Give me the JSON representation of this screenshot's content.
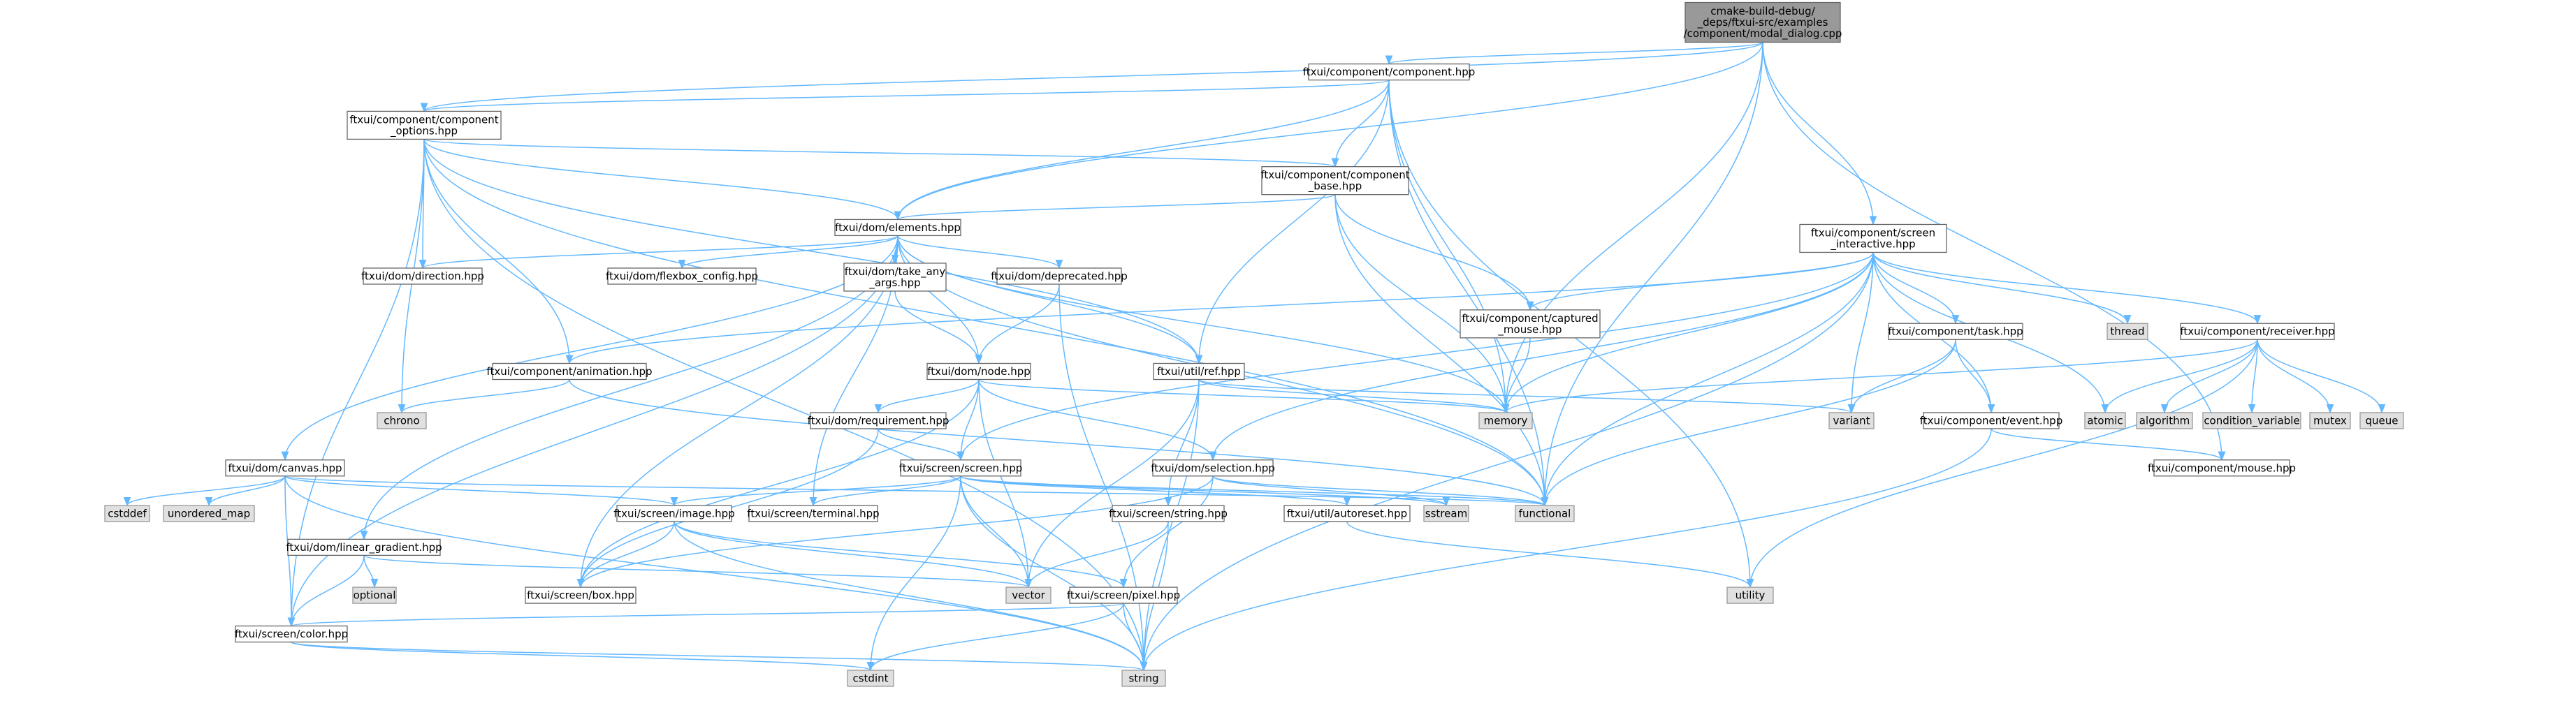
{
  "colors": {
    "edge": "#63b8ff",
    "file_node_fill": "#ffffff",
    "system_node_fill": "#e0e0e0",
    "root_node_fill": "#999999",
    "node_border": "#666666"
  },
  "nodes": {
    "root": {
      "lines": [
        "cmake-build-debug/",
        "_deps/ftxui-src/examples",
        "/component/modal_dialog.cpp"
      ],
      "kind": "root"
    },
    "component_hpp": {
      "lines": [
        "ftxui/component/component.hpp"
      ],
      "kind": "file"
    },
    "component_options": {
      "lines": [
        "ftxui/component/component",
        "_options.hpp"
      ],
      "kind": "file"
    },
    "component_base": {
      "lines": [
        "ftxui/component/component",
        "_base.hpp"
      ],
      "kind": "file"
    },
    "elements": {
      "lines": [
        "ftxui/dom/elements.hpp"
      ],
      "kind": "file"
    },
    "screen_interactive": {
      "lines": [
        "ftxui/component/screen",
        "_interactive.hpp"
      ],
      "kind": "file"
    },
    "direction": {
      "lines": [
        "ftxui/dom/direction.hpp"
      ],
      "kind": "file"
    },
    "flexbox_config": {
      "lines": [
        "ftxui/dom/flexbox_config.hpp"
      ],
      "kind": "file"
    },
    "take_any_args": {
      "lines": [
        "ftxui/dom/take_any",
        "_args.hpp"
      ],
      "kind": "file"
    },
    "deprecated": {
      "lines": [
        "ftxui/dom/deprecated.hpp"
      ],
      "kind": "file"
    },
    "captured_mouse": {
      "lines": [
        "ftxui/component/captured",
        "_mouse.hpp"
      ],
      "kind": "file"
    },
    "animation": {
      "lines": [
        "ftxui/component/animation.hpp"
      ],
      "kind": "file"
    },
    "node": {
      "lines": [
        "ftxui/dom/node.hpp"
      ],
      "kind": "file"
    },
    "ref": {
      "lines": [
        "ftxui/util/ref.hpp"
      ],
      "kind": "file"
    },
    "task": {
      "lines": [
        "ftxui/component/task.hpp"
      ],
      "kind": "file"
    },
    "receiver": {
      "lines": [
        "ftxui/component/receiver.hpp"
      ],
      "kind": "file"
    },
    "chrono": {
      "lines": [
        "chrono"
      ],
      "kind": "sys"
    },
    "memory": {
      "lines": [
        "memory"
      ],
      "kind": "sys"
    },
    "variant": {
      "lines": [
        "variant"
      ],
      "kind": "sys"
    },
    "thread": {
      "lines": [
        "thread"
      ],
      "kind": "sys"
    },
    "atomic": {
      "lines": [
        "atomic"
      ],
      "kind": "sys"
    },
    "algorithm": {
      "lines": [
        "algorithm"
      ],
      "kind": "sys"
    },
    "condition_variable": {
      "lines": [
        "condition_variable"
      ],
      "kind": "sys"
    },
    "mutex": {
      "lines": [
        "mutex"
      ],
      "kind": "sys"
    },
    "queue": {
      "lines": [
        "queue"
      ],
      "kind": "sys"
    },
    "requirement": {
      "lines": [
        "ftxui/dom/requirement.hpp"
      ],
      "kind": "file"
    },
    "event": {
      "lines": [
        "ftxui/component/event.hpp"
      ],
      "kind": "file"
    },
    "canvas": {
      "lines": [
        "ftxui/dom/canvas.hpp"
      ],
      "kind": "file"
    },
    "screen_hpp": {
      "lines": [
        "ftxui/screen/screen.hpp"
      ],
      "kind": "file"
    },
    "selection": {
      "lines": [
        "ftxui/dom/selection.hpp"
      ],
      "kind": "file"
    },
    "mouse": {
      "lines": [
        "ftxui/component/mouse.hpp"
      ],
      "kind": "file"
    },
    "cstddef": {
      "lines": [
        "cstddef"
      ],
      "kind": "sys"
    },
    "unordered_map": {
      "lines": [
        "unordered_map"
      ],
      "kind": "sys"
    },
    "image": {
      "lines": [
        "ftxui/screen/image.hpp"
      ],
      "kind": "file"
    },
    "terminal": {
      "lines": [
        "ftxui/screen/terminal.hpp"
      ],
      "kind": "file"
    },
    "string_hpp": {
      "lines": [
        "ftxui/screen/string.hpp"
      ],
      "kind": "file"
    },
    "autoreset": {
      "lines": [
        "ftxui/util/autoreset.hpp"
      ],
      "kind": "file"
    },
    "sstream": {
      "lines": [
        "sstream"
      ],
      "kind": "sys"
    },
    "functional": {
      "lines": [
        "functional"
      ],
      "kind": "sys"
    },
    "linear_gradient": {
      "lines": [
        "ftxui/dom/linear_gradient.hpp"
      ],
      "kind": "file"
    },
    "optional": {
      "lines": [
        "optional"
      ],
      "kind": "sys"
    },
    "box": {
      "lines": [
        "ftxui/screen/box.hpp"
      ],
      "kind": "file"
    },
    "vector": {
      "lines": [
        "vector"
      ],
      "kind": "sys"
    },
    "pixel": {
      "lines": [
        "ftxui/screen/pixel.hpp"
      ],
      "kind": "file"
    },
    "utility": {
      "lines": [
        "utility"
      ],
      "kind": "sys"
    },
    "color": {
      "lines": [
        "ftxui/screen/color.hpp"
      ],
      "kind": "file"
    },
    "cstdint": {
      "lines": [
        "cstdint"
      ],
      "kind": "sys"
    },
    "string": {
      "lines": [
        "string"
      ],
      "kind": "sys"
    }
  },
  "edges": [
    [
      "root",
      "component_hpp"
    ],
    [
      "root",
      "component_options"
    ],
    [
      "root",
      "elements"
    ],
    [
      "root",
      "screen_interactive"
    ],
    [
      "root",
      "memory"
    ],
    [
      "root",
      "mouse"
    ],
    [
      "root",
      "functional"
    ],
    [
      "component_hpp",
      "component_options"
    ],
    [
      "component_hpp",
      "component_base"
    ],
    [
      "component_hpp",
      "elements"
    ],
    [
      "component_hpp",
      "ref"
    ],
    [
      "component_hpp",
      "memory"
    ],
    [
      "component_hpp",
      "functional"
    ],
    [
      "component_hpp",
      "utility"
    ],
    [
      "component_options",
      "component_base"
    ],
    [
      "component_options",
      "elements"
    ],
    [
      "component_options",
      "direction"
    ],
    [
      "component_options",
      "animation"
    ],
    [
      "component_options",
      "ref"
    ],
    [
      "component_options",
      "chrono"
    ],
    [
      "component_options",
      "color"
    ],
    [
      "component_options",
      "string"
    ],
    [
      "component_options",
      "functional"
    ],
    [
      "component_base",
      "elements"
    ],
    [
      "component_base",
      "captured_mouse"
    ],
    [
      "component_base",
      "memory"
    ],
    [
      "component_base",
      "functional"
    ],
    [
      "elements",
      "direction"
    ],
    [
      "elements",
      "flexbox_config"
    ],
    [
      "elements",
      "take_any_args"
    ],
    [
      "elements",
      "deprecated"
    ],
    [
      "elements",
      "node"
    ],
    [
      "elements",
      "ref"
    ],
    [
      "elements",
      "canvas"
    ],
    [
      "elements",
      "linear_gradient"
    ],
    [
      "elements",
      "terminal"
    ],
    [
      "elements",
      "box"
    ],
    [
      "elements",
      "color"
    ],
    [
      "elements",
      "memory"
    ],
    [
      "elements",
      "functional"
    ],
    [
      "take_any_args",
      "node"
    ],
    [
      "deprecated",
      "node"
    ],
    [
      "deprecated",
      "string"
    ],
    [
      "captured_mouse",
      "memory"
    ],
    [
      "animation",
      "chrono"
    ],
    [
      "animation",
      "functional"
    ],
    [
      "node",
      "requirement"
    ],
    [
      "node",
      "selection"
    ],
    [
      "node",
      "screen_hpp"
    ],
    [
      "node",
      "box"
    ],
    [
      "node",
      "vector"
    ],
    [
      "node",
      "memory"
    ],
    [
      "ref",
      "memory"
    ],
    [
      "ref",
      "string_hpp"
    ],
    [
      "ref",
      "variant"
    ],
    [
      "ref",
      "vector"
    ],
    [
      "ref",
      "string"
    ],
    [
      "screen_interactive",
      "animation"
    ],
    [
      "screen_interactive",
      "captured_mouse"
    ],
    [
      "screen_interactive",
      "task"
    ],
    [
      "screen_interactive",
      "receiver"
    ],
    [
      "screen_interactive",
      "event"
    ],
    [
      "screen_interactive",
      "selection"
    ],
    [
      "screen_interactive",
      "screen_hpp"
    ],
    [
      "screen_interactive",
      "memory"
    ],
    [
      "screen_interactive",
      "variant"
    ],
    [
      "screen_interactive",
      "thread"
    ],
    [
      "screen_interactive",
      "atomic"
    ],
    [
      "screen_interactive",
      "string"
    ],
    [
      "screen_interactive",
      "functional"
    ],
    [
      "task",
      "variant"
    ],
    [
      "task",
      "functional"
    ],
    [
      "task",
      "event"
    ],
    [
      "receiver",
      "memory"
    ],
    [
      "receiver",
      "atomic"
    ],
    [
      "receiver",
      "algorithm"
    ],
    [
      "receiver",
      "condition_variable"
    ],
    [
      "receiver",
      "mutex"
    ],
    [
      "receiver",
      "queue"
    ],
    [
      "receiver",
      "utility"
    ],
    [
      "requirement",
      "screen_hpp"
    ],
    [
      "requirement",
      "box"
    ],
    [
      "event",
      "mouse"
    ],
    [
      "event",
      "string"
    ],
    [
      "canvas",
      "image"
    ],
    [
      "canvas",
      "color"
    ],
    [
      "canvas",
      "cstddef"
    ],
    [
      "canvas",
      "unordered_map"
    ],
    [
      "canvas",
      "functional"
    ],
    [
      "canvas",
      "string"
    ],
    [
      "screen_hpp",
      "image"
    ],
    [
      "screen_hpp",
      "terminal"
    ],
    [
      "screen_hpp",
      "autoreset"
    ],
    [
      "screen_hpp",
      "vector"
    ],
    [
      "screen_hpp",
      "string"
    ],
    [
      "screen_hpp",
      "cstdint"
    ],
    [
      "screen_hpp",
      "functional"
    ],
    [
      "screen_hpp",
      "sstream"
    ],
    [
      "selection",
      "pixel"
    ],
    [
      "selection",
      "box"
    ],
    [
      "selection",
      "functional"
    ],
    [
      "selection",
      "sstream"
    ],
    [
      "image",
      "box"
    ],
    [
      "image",
      "pixel"
    ],
    [
      "image",
      "vector"
    ],
    [
      "image",
      "string"
    ],
    [
      "string_hpp",
      "vector"
    ],
    [
      "string_hpp",
      "string"
    ],
    [
      "autoreset",
      "utility"
    ],
    [
      "linear_gradient",
      "color"
    ],
    [
      "linear_gradient",
      "vector"
    ],
    [
      "linear_gradient",
      "optional"
    ],
    [
      "pixel",
      "color"
    ],
    [
      "pixel",
      "string"
    ],
    [
      "pixel",
      "cstdint"
    ],
    [
      "color",
      "cstdint"
    ],
    [
      "color",
      "string"
    ]
  ]
}
